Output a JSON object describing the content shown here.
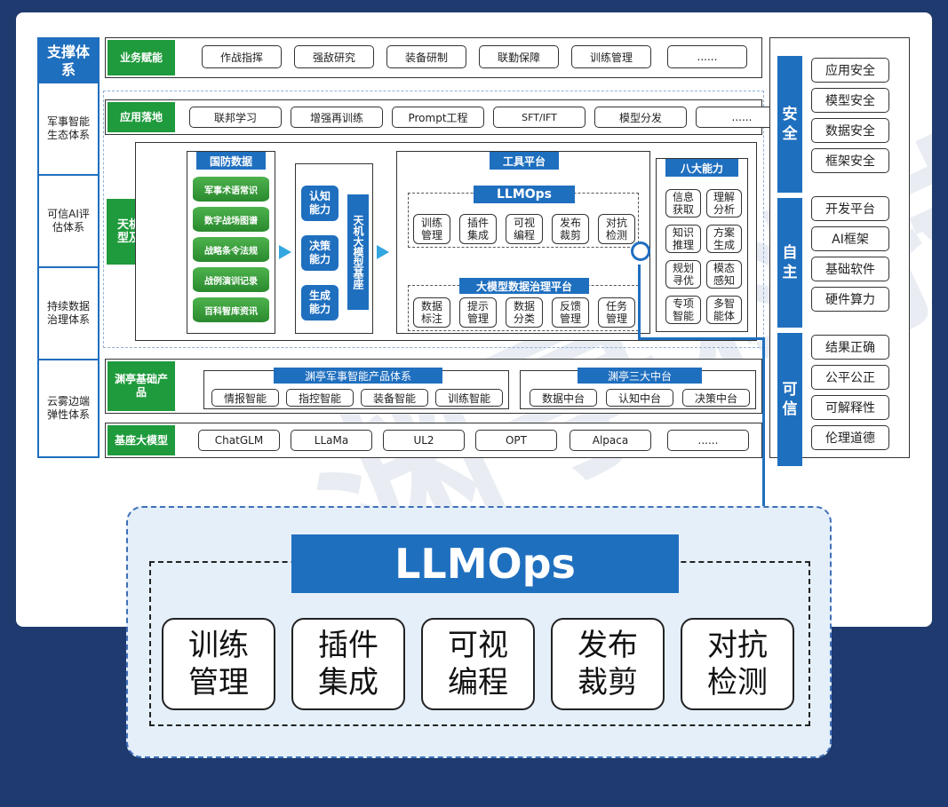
{
  "left_column": {
    "header": "支撑体系",
    "items": [
      "军事智能生态体系",
      "可信AI评估体系",
      "持续数据治理体系",
      "云雾边端弹性体系"
    ]
  },
  "rows": {
    "business": {
      "label": "业务赋能",
      "items": [
        "作战指挥",
        "强敌研究",
        "装备研制",
        "联勤保障",
        "训练管理",
        "......"
      ]
    },
    "application": {
      "label": "应用落地",
      "items": [
        "联邦学习",
        "增强再训练",
        "Prompt工程",
        "SFT/IFT",
        "模型分发",
        "......"
      ]
    },
    "platform": {
      "label": "天机大模型及平台"
    },
    "base_products": {
      "label": "渊亭基础产品"
    },
    "foundation": {
      "label": "基座大模型",
      "items": [
        "ChatGLM",
        "LLaMa",
        "UL2",
        "OPT",
        "Alpaca",
        "......"
      ]
    }
  },
  "defense_data": {
    "title": "国防数据",
    "items": [
      "军事术语常识",
      "数字战场图谱",
      "战略条令法规",
      "战例演训记录",
      "百科智库资讯"
    ]
  },
  "abilities": [
    "认知能力",
    "决策能力",
    "生成能力"
  ],
  "model_base": "天机大模型基座",
  "tool_platform": {
    "title": "工具平台",
    "llmops": {
      "title": "LLMOps",
      "items": [
        "训练管理",
        "插件集成",
        "可视编程",
        "发布裁剪",
        "对抗检测"
      ]
    },
    "governance": {
      "title": "大模型数据治理平台",
      "items": [
        "数据标注",
        "提示管理",
        "数据分类",
        "反馈管理",
        "任务管理"
      ]
    }
  },
  "eight_abilities": {
    "title": "八大能力",
    "items": [
      "信息获取",
      "理解分析",
      "知识推理",
      "方案生成",
      "规划寻优",
      "模态感知",
      "专项智能",
      "多智能体"
    ]
  },
  "product_system": {
    "title": "渊亭军事智能产品体系",
    "items": [
      "情报智能",
      "指控智能",
      "装备智能",
      "训练智能"
    ]
  },
  "middle_platforms": {
    "title": "渊亭三大中台",
    "items": [
      "数据中台",
      "认知中台",
      "决策中台"
    ]
  },
  "right_panel": {
    "groups": [
      {
        "label": "安全",
        "items": [
          "应用安全",
          "模型安全",
          "数据安全",
          "框架安全"
        ]
      },
      {
        "label": "自主",
        "items": [
          "开发平台",
          "AI框架",
          "基础软件",
          "硬件算力"
        ]
      },
      {
        "label": "可信",
        "items": [
          "结果正确",
          "公平公正",
          "可解释性",
          "伦理道德"
        ]
      }
    ]
  },
  "zoom": {
    "title": "LLMOps",
    "items": [
      "训练管理",
      "插件集成",
      "可视编程",
      "发布裁剪",
      "对抗检测"
    ]
  },
  "watermark": "渊亭科技",
  "colors": {
    "primary_blue": "#1f6fbf",
    "green": "#1f9a3c",
    "background": "#1e3a6e"
  }
}
